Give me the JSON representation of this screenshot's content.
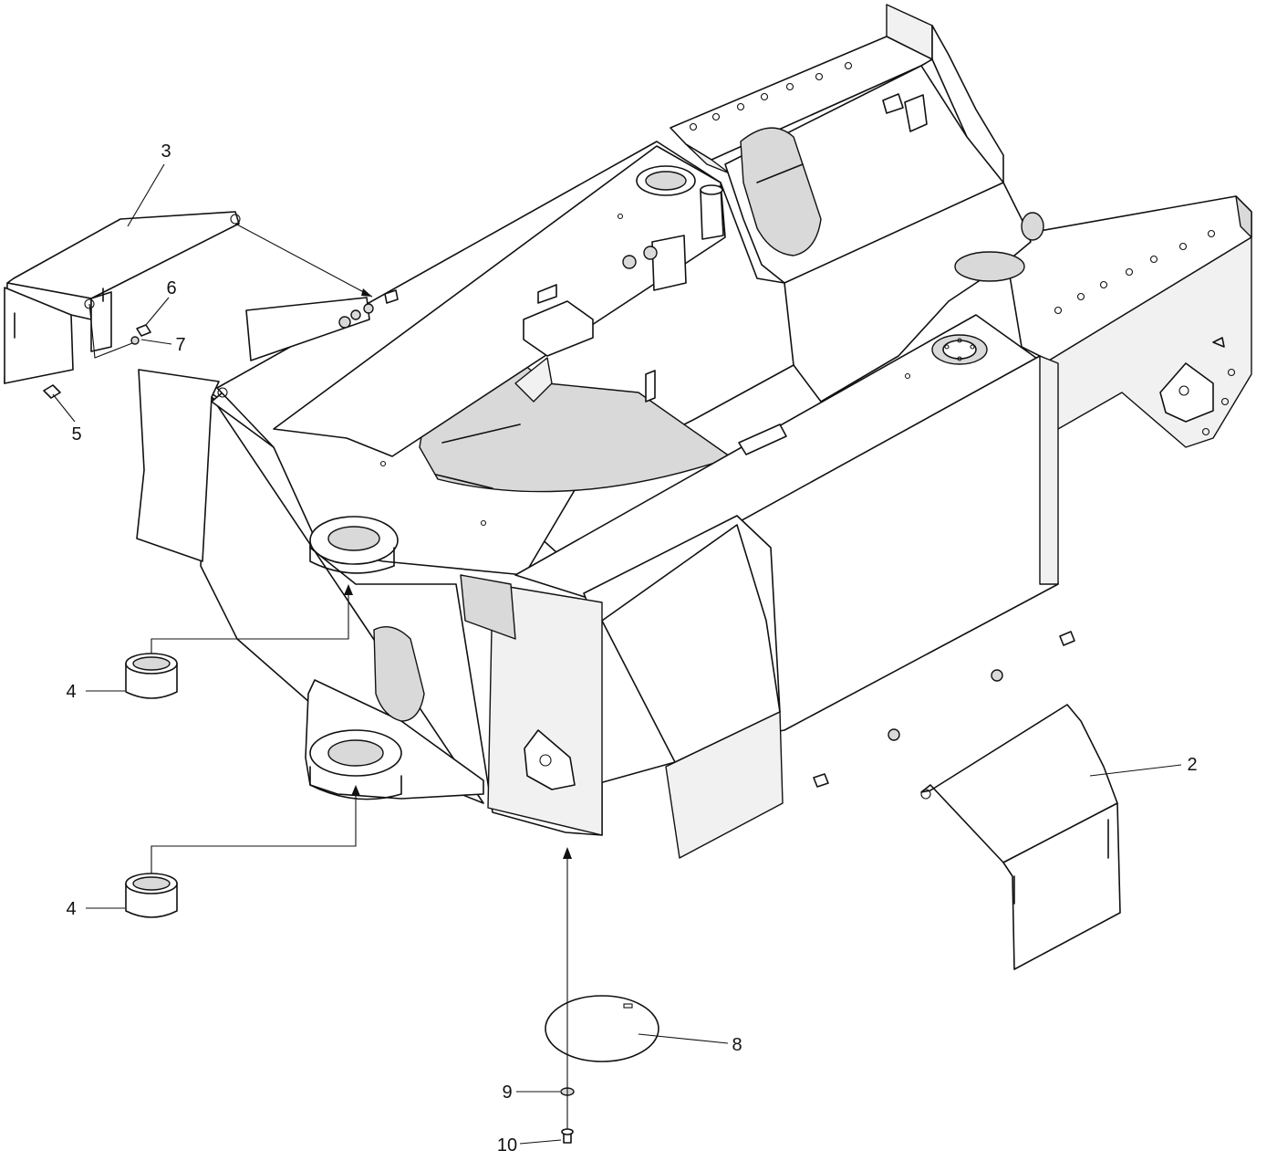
{
  "callouts": [
    {
      "id": "c3",
      "label": "3"
    },
    {
      "id": "c6",
      "label": "6"
    },
    {
      "id": "c7",
      "label": "7"
    },
    {
      "id": "c5",
      "label": "5"
    },
    {
      "id": "c4a",
      "label": "4"
    },
    {
      "id": "c4b",
      "label": "4"
    },
    {
      "id": "c2",
      "label": "2"
    },
    {
      "id": "c8",
      "label": "8"
    },
    {
      "id": "c9",
      "label": "9"
    },
    {
      "id": "c10",
      "label": "10"
    }
  ]
}
